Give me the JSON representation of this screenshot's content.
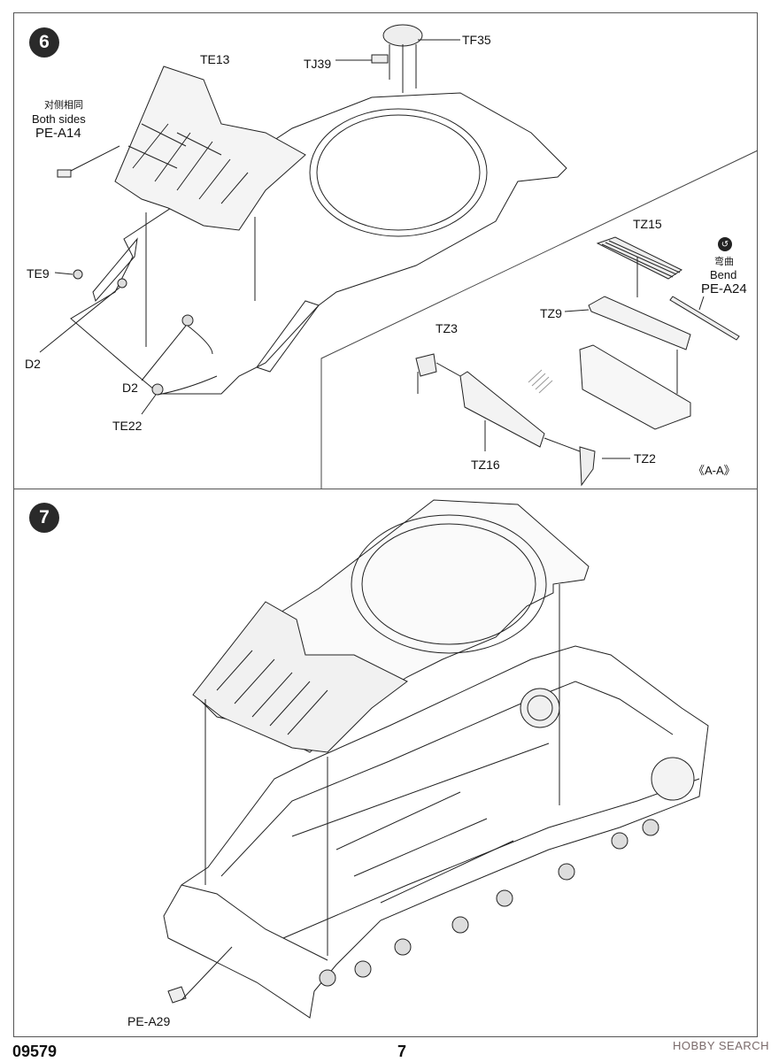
{
  "steps": [
    {
      "number": "6"
    },
    {
      "number": "7"
    }
  ],
  "step6": {
    "parts": {
      "te13": "TE13",
      "tj39": "TJ39",
      "tf35": "TF35",
      "both_sides_cn": "对侧相同",
      "both_sides_en": "Both sides",
      "pe_a14": "PE-A14",
      "te9": "TE9",
      "d2_a": "D2",
      "d2_b": "D2",
      "te22": "TE22"
    },
    "detail": {
      "tz15": "TZ15",
      "bend_cn": "弯曲",
      "bend_en": "Bend",
      "pe_a24": "PE-A24",
      "tz9": "TZ9",
      "tz3": "TZ3",
      "tz16": "TZ16",
      "tz2": "TZ2",
      "section": "《A-A》"
    }
  },
  "step7": {
    "parts": {
      "pe_a29": "PE-A29"
    }
  },
  "footer": {
    "kit_number": "09579",
    "page_number": "7",
    "watermark": "HOBBY SEARCH"
  },
  "colors": {
    "badge": "#2a2a2a",
    "line": "#222222",
    "frame": "#555555"
  }
}
